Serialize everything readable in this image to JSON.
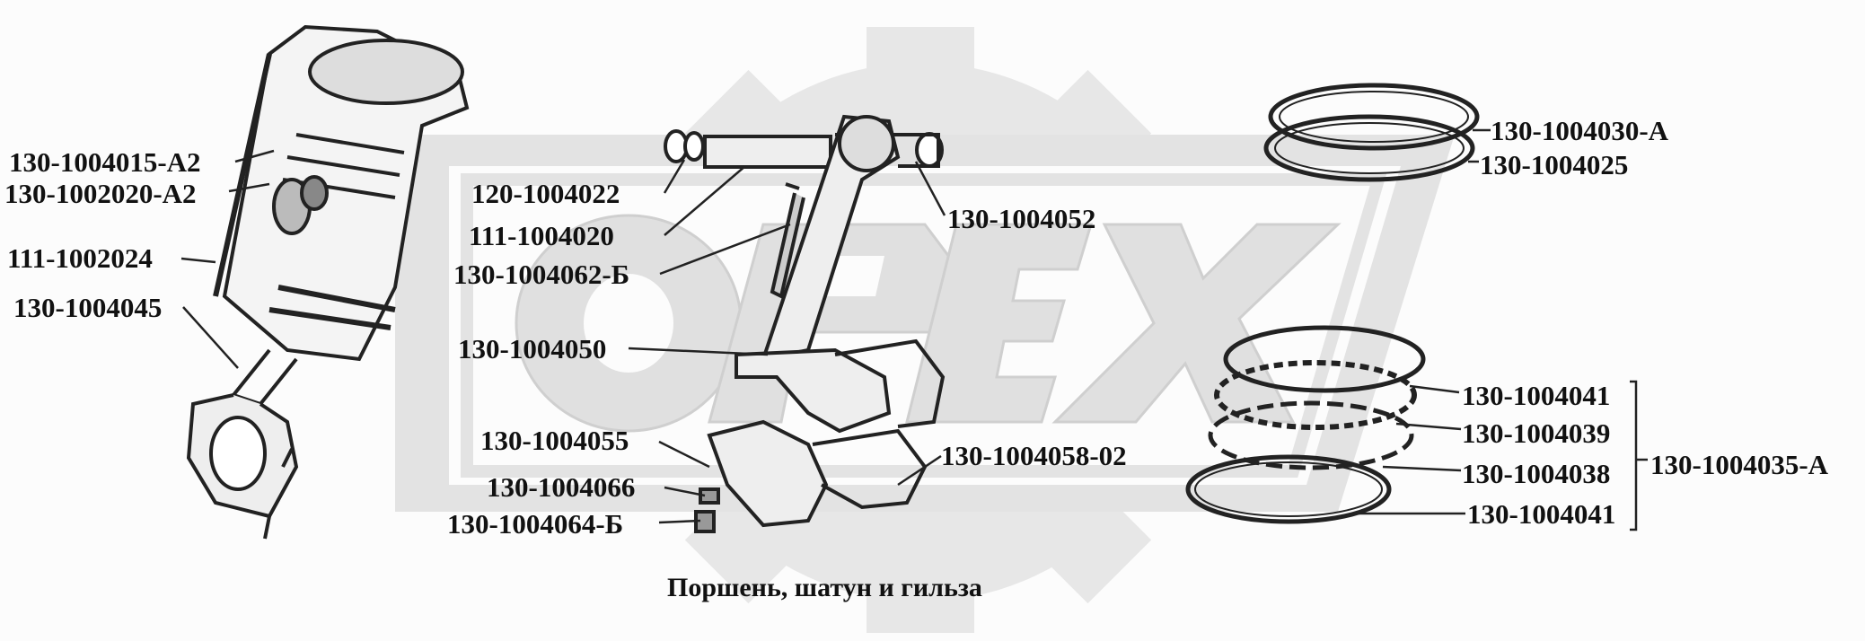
{
  "caption": "Поршень, шатун и гильза",
  "watermark": "OPEX",
  "labels": {
    "l1": "130-1004015-А2",
    "l2": "130-1002020-А2",
    "l3": "111-1002024",
    "l4": "130-1004045",
    "l5": "120-1004022",
    "l6": "111-1004020",
    "l7": "130-1004062-Б",
    "l8": "130-1004050",
    "l9": "130-1004055",
    "l10": "130-1004066",
    "l11": "130-1004064-Б",
    "l12": "130-1004052",
    "l13": "130-1004058-02",
    "l14": "130-1004030-А",
    "l15": "130-1004025",
    "l16": "130-1004041",
    "l17": "130-1004039",
    "l18": "130-1004038",
    "l19": "130-1004041",
    "l20": "130-1004035-А"
  }
}
